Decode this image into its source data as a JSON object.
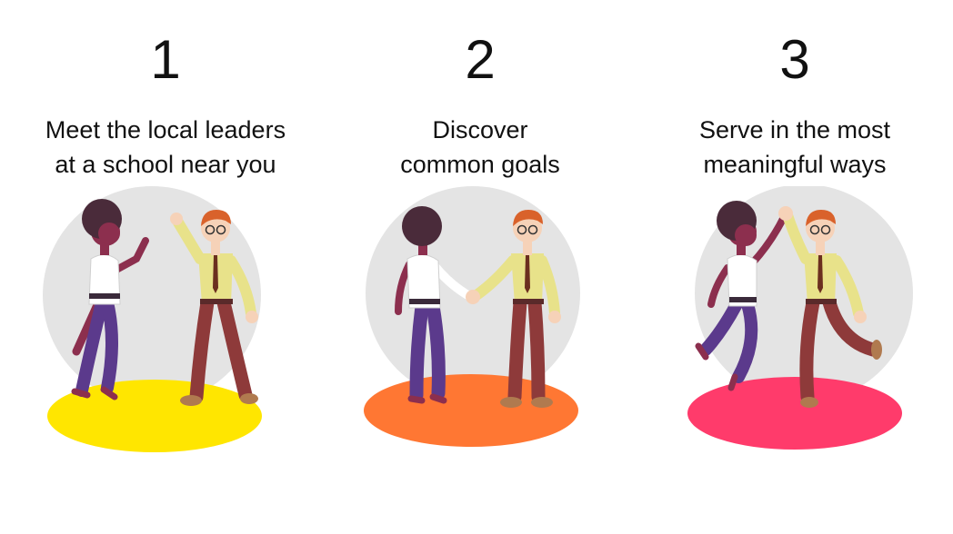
{
  "steps": [
    {
      "number": "1",
      "lines": [
        "Meet the local leaders",
        "at a school near you"
      ],
      "floor_color": "#FFE600"
    },
    {
      "number": "2",
      "lines": [
        "Discover",
        "common goals"
      ],
      "floor_color": "#FF7733"
    },
    {
      "number": "3",
      "lines": [
        "Serve in the most",
        "meaningful ways"
      ],
      "floor_color": "#FF3B6B"
    }
  ],
  "colors": {
    "backdrop": "#E4E4E4",
    "skin_woman": "#8C2F4E",
    "hair_woman": "#4A2B3A",
    "blouse": "#FFFFFF",
    "trousers_woman": "#5B3A8C",
    "skin_man": "#F6D2B8",
    "hair_man": "#D9622B",
    "shirt_man": "#E8E28A",
    "trousers_man": "#8E3A3A",
    "tie": "#6B2F1F",
    "shoes": "#B07A4F"
  }
}
